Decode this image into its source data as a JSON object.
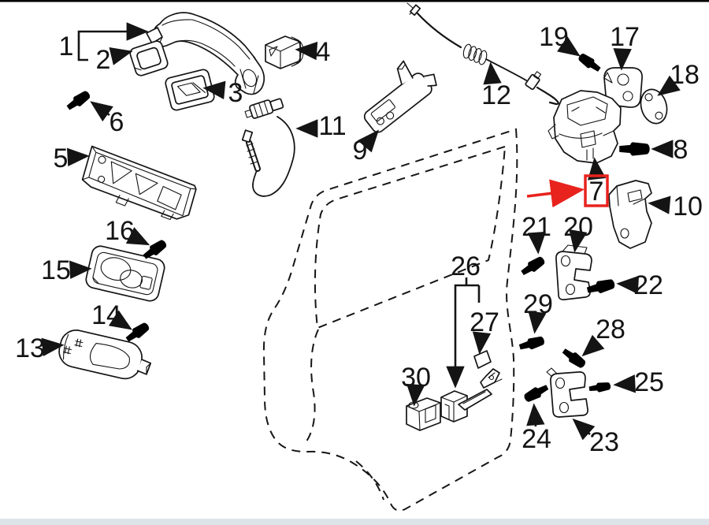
{
  "colors": {
    "background": "#ffffff",
    "line": "#141414",
    "highlight": "#e8231e",
    "top_border": "#000000",
    "bottom_strip": "#dde4e9"
  },
  "highlighted_callout": "7",
  "callouts": [
    {
      "label": "1"
    },
    {
      "label": "2"
    },
    {
      "label": "3"
    },
    {
      "label": "4"
    },
    {
      "label": "5"
    },
    {
      "label": "6"
    },
    {
      "label": "7"
    },
    {
      "label": "8"
    },
    {
      "label": "9"
    },
    {
      "label": "10"
    },
    {
      "label": "11"
    },
    {
      "label": "12"
    },
    {
      "label": "13"
    },
    {
      "label": "14"
    },
    {
      "label": "15"
    },
    {
      "label": "16"
    },
    {
      "label": "17"
    },
    {
      "label": "18"
    },
    {
      "label": "19"
    },
    {
      "label": "20"
    },
    {
      "label": "21"
    },
    {
      "label": "22"
    },
    {
      "label": "23"
    },
    {
      "label": "24"
    },
    {
      "label": "25"
    },
    {
      "label": "26"
    },
    {
      "label": "27"
    },
    {
      "label": "28"
    },
    {
      "label": "29"
    },
    {
      "label": "30"
    }
  ]
}
